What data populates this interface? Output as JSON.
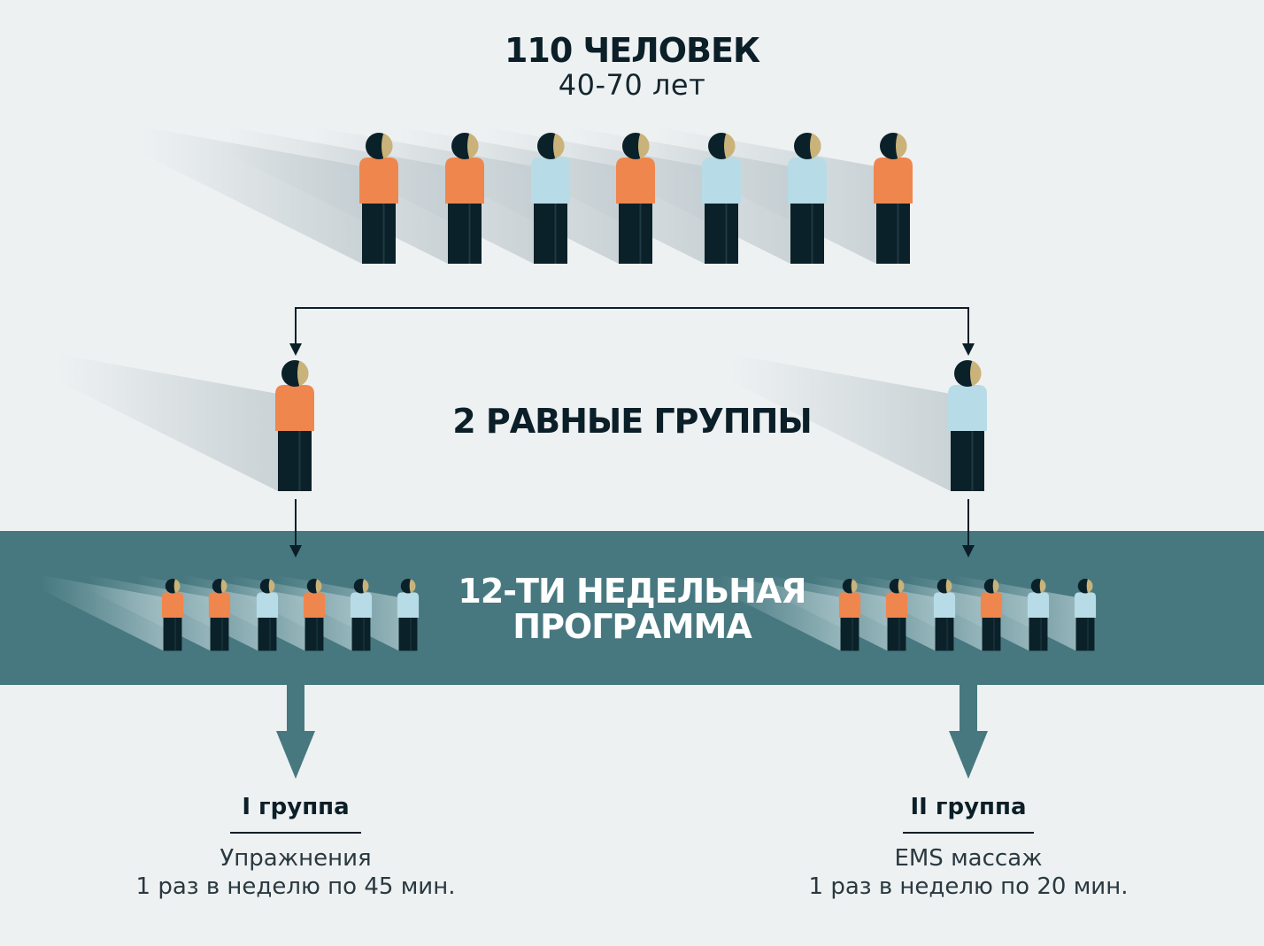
{
  "header": {
    "title": "110 ЧЕЛОВЕК",
    "subtitle": "40-70 лет"
  },
  "split": {
    "title": "2 РАВНЫЕ ГРУППЫ"
  },
  "program": {
    "title": "12-ТИ НЕДЕЛЬНАЯ ПРОГРАММА"
  },
  "groups": [
    {
      "label": "I группа",
      "line1": "Упражнения",
      "line2": "1 раз в неделю по 45 мин."
    },
    {
      "label": "II группа",
      "line1": "EMS массаж",
      "line2": "1 раз в неделю по 20 мин."
    }
  ],
  "people": {
    "top_row": [
      "orange",
      "orange",
      "blue",
      "orange",
      "blue",
      "blue",
      "orange"
    ],
    "group_representatives": [
      "orange",
      "blue"
    ],
    "group1_row": [
      "orange",
      "orange",
      "blue",
      "orange",
      "blue",
      "blue"
    ],
    "group2_row": [
      "orange",
      "orange",
      "blue",
      "orange",
      "blue",
      "blue"
    ]
  },
  "colors": {
    "background": "#eef1f2",
    "band": "#477880",
    "shirt_orange": "#ef864e",
    "shirt_blue": "#b7dbe7",
    "dark": "#0b2129",
    "face": "#c9b37a",
    "arrow_thick": "#477880"
  }
}
